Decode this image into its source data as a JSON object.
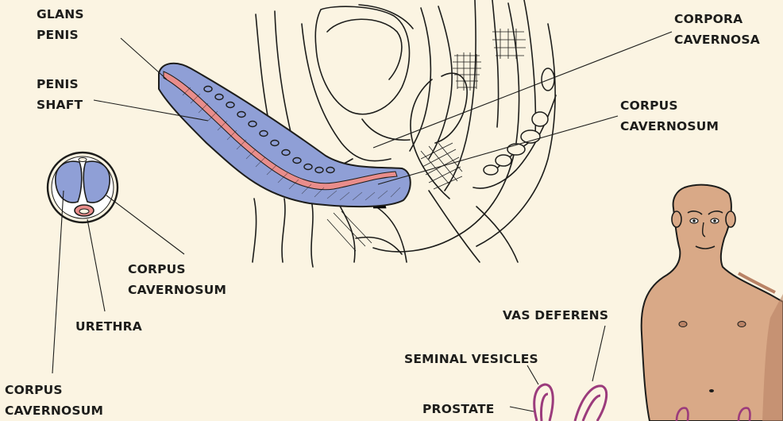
{
  "labels": {
    "glans_penis": [
      "GLANS",
      "PENIS"
    ],
    "penis_shaft": [
      "PENIS",
      "SHAFT"
    ],
    "corpora_cavernosa": [
      "CORPORA",
      "CAVERNOSA"
    ],
    "corpus_cavernosum_upper": [
      "CORPUS",
      "CAVERNOSUM"
    ],
    "corpus_cavernosum_cross_section": [
      "CORPUS",
      "CAVERNOSUM"
    ],
    "urethra": "URETHRA",
    "corpus_cavernosum_lower": [
      "CORPUS",
      "CAVERNOSUM"
    ],
    "vas_deferens": "VAS DEFERENS",
    "seminal_vesicles": "SEMINAL VESICLES",
    "prostate": "PROSTATE"
  },
  "colors": {
    "background": "#fbf4e2",
    "erectile_tissue": "#8f9fd6",
    "urethra": "#e98d8b",
    "skin": "#d9a987",
    "skin_shadow": "#b98366",
    "outline": "#1d1d1b",
    "glands": "#9b3b7c"
  }
}
